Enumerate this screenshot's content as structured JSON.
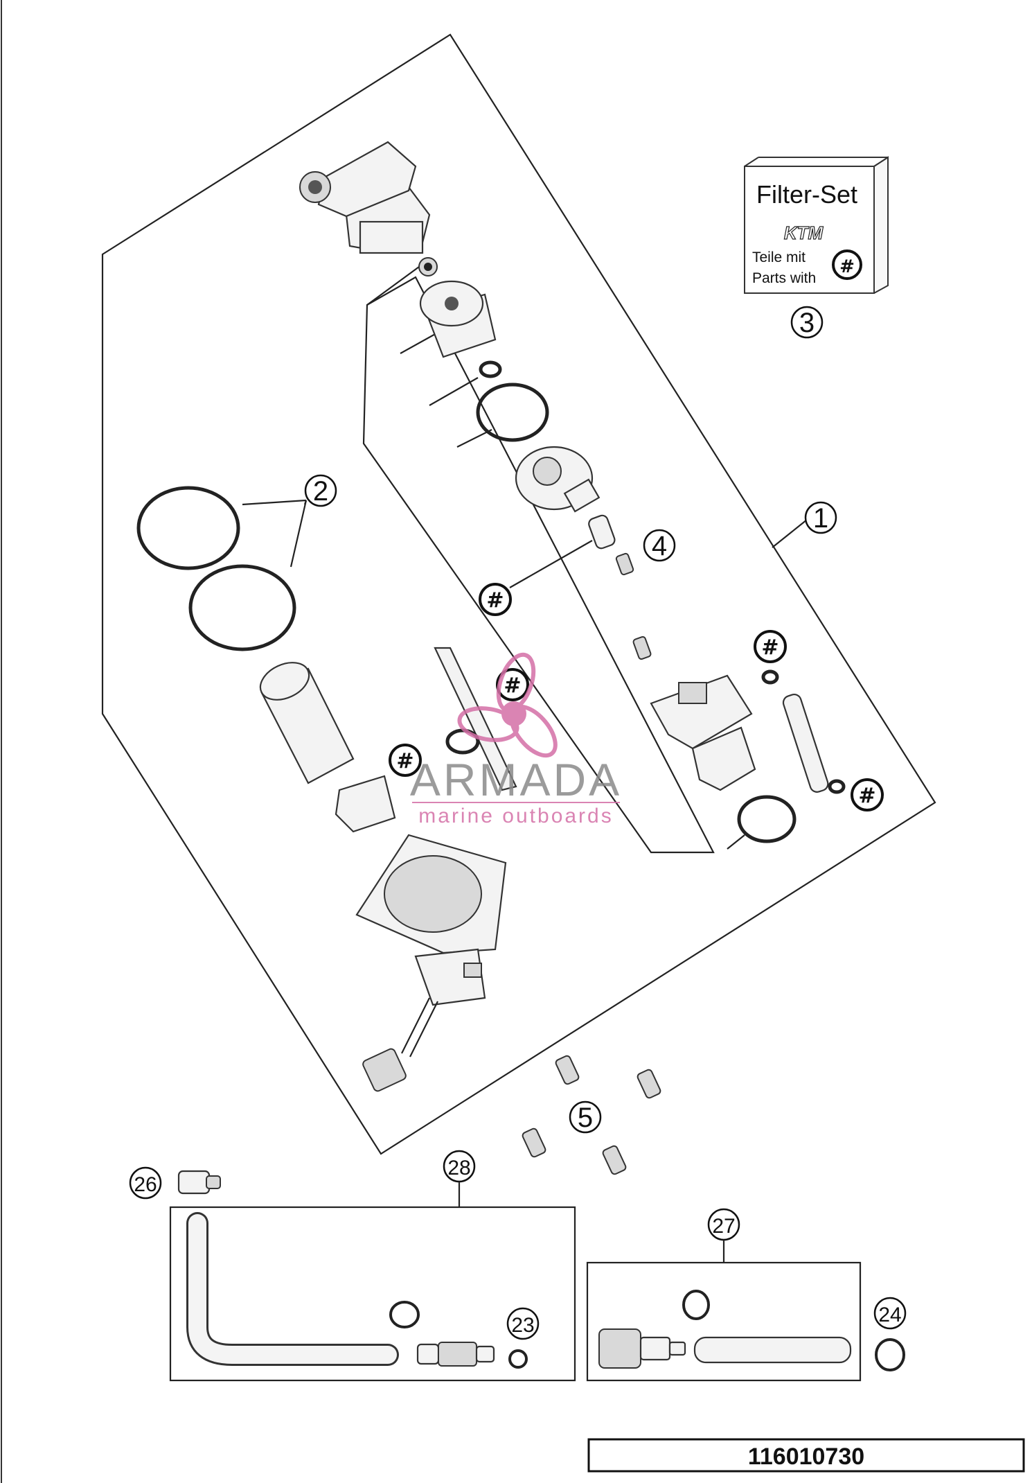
{
  "diagram": {
    "callouts": {
      "c1": "1",
      "c2": "2",
      "c3": "3",
      "c4": "4",
      "c5": "5",
      "c23": "23",
      "c24": "24",
      "c26": "26",
      "c27": "27",
      "c28": "28"
    },
    "hash_symbol": "#",
    "filter_set_box": {
      "title": "Filter-Set",
      "brand": "KTM",
      "line1": "Teile mit",
      "line2": "Parts with"
    },
    "drawing_number": "116010730",
    "watermark": {
      "name": "ARMADA",
      "tagline": "marine outboards",
      "accent_color": "#d46fa6"
    }
  }
}
